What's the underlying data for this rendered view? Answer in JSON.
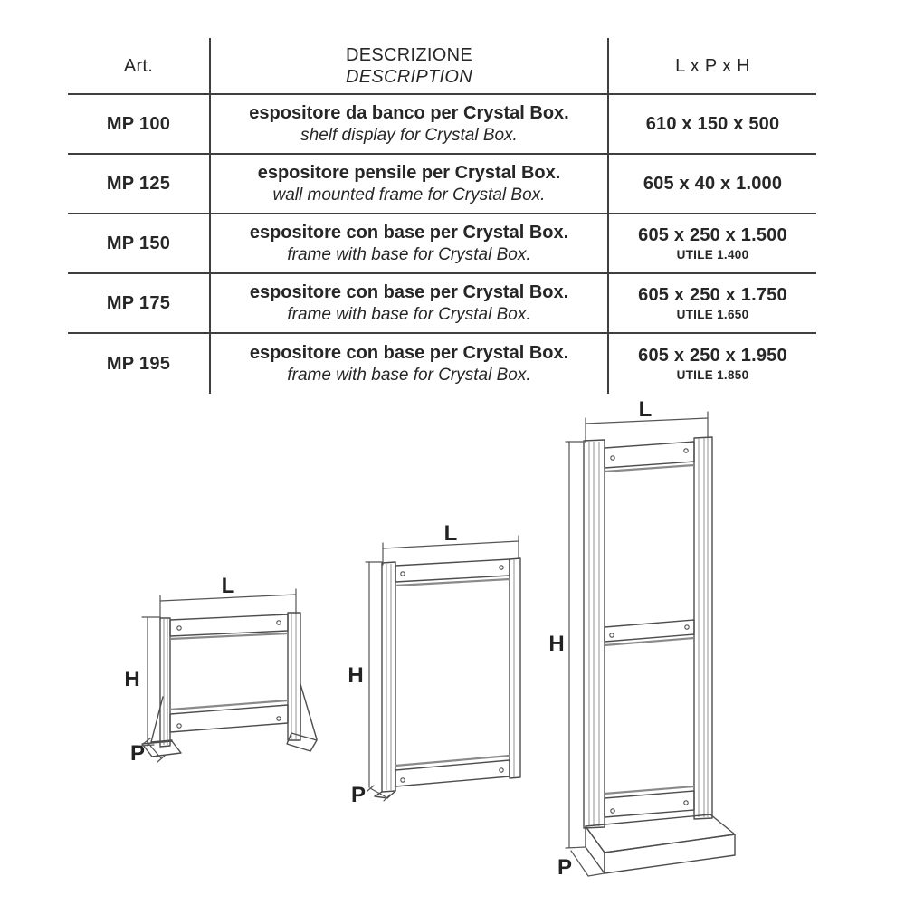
{
  "colors": {
    "line": "#4d4d4d",
    "grid": "#3f3f3f",
    "text": "#262626"
  },
  "table": {
    "header": {
      "art": "Art.",
      "description_it": "DESCRIZIONE",
      "description_en": "DESCRIPTION",
      "dimensions": "L x P x H"
    },
    "rows": [
      {
        "art": "MP 100",
        "description_it": "espositore da banco per Crystal Box.",
        "description_en": "shelf display for Crystal Box.",
        "dimensions": "610 x 150 x 500",
        "utile": ""
      },
      {
        "art": "MP 125",
        "description_it": "espositore pensile per Crystal Box.",
        "description_en": "wall mounted frame for Crystal Box.",
        "dimensions": "605 x 40 x 1.000",
        "utile": ""
      },
      {
        "art": "MP 150",
        "description_it": "espositore con base per Crystal Box.",
        "description_en": "frame with base for Crystal Box.",
        "dimensions": "605 x 250 x 1.500",
        "utile": "UTILE 1.400"
      },
      {
        "art": "MP 175",
        "description_it": "espositore con base per Crystal Box.",
        "description_en": "frame with base for Crystal Box.",
        "dimensions": "605 x 250 x 1.750",
        "utile": "UTILE 1.650"
      },
      {
        "art": "MP 195",
        "description_it": "espositore con base per Crystal Box.",
        "description_en": "frame with base for Crystal Box.",
        "dimensions": "605 x 250 x 1.950",
        "utile": "UTILE 1.850"
      }
    ]
  },
  "drawings": {
    "labels": {
      "length": "L",
      "height": "H",
      "depth": "P"
    }
  }
}
